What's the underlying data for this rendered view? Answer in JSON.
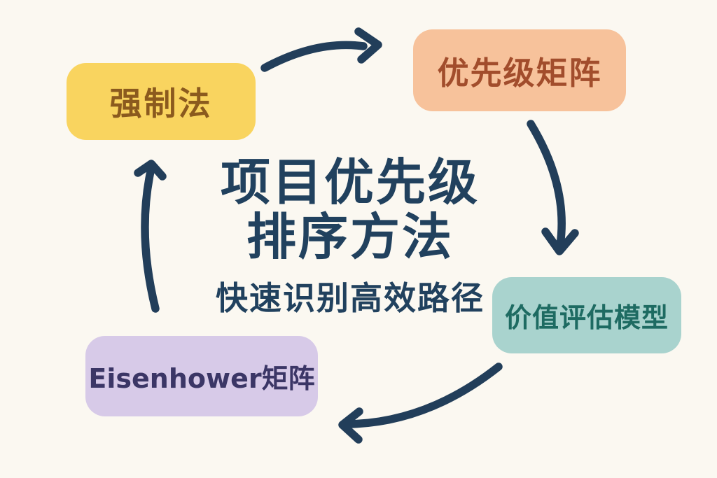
{
  "diagram": {
    "center": {
      "title_line1": "项目优先级",
      "title_line2": "排序方法",
      "subtitle": "快速识别高效路径"
    },
    "nodes": [
      {
        "id": "forced-ranking",
        "label": "强制法",
        "bg": "#F9D45F",
        "text_color": "#8B5A1E",
        "position": "top-left"
      },
      {
        "id": "priority-matrix",
        "label": "优先级矩阵",
        "bg": "#F7C29B",
        "text_color": "#A24D2C",
        "position": "top-right"
      },
      {
        "id": "value-model",
        "label": "价值评估模型",
        "bg": "#A9D3CE",
        "text_color": "#1E6B62",
        "position": "bottom-right"
      },
      {
        "id": "eisenhower-matrix",
        "label": "Eisenhower矩阵",
        "bg": "#D7CAE8",
        "text_color": "#3B3666",
        "position": "bottom-left"
      }
    ],
    "arrows": [
      {
        "from": "forced-ranking",
        "to": "priority-matrix",
        "direction": "clockwise"
      },
      {
        "from": "priority-matrix",
        "to": "value-model",
        "direction": "clockwise"
      },
      {
        "from": "value-model",
        "to": "eisenhower-matrix",
        "direction": "clockwise"
      },
      {
        "from": "eisenhower-matrix",
        "to": "forced-ranking",
        "direction": "clockwise"
      }
    ],
    "colors": {
      "background": "#FBF8F1",
      "title_text": "#21415E",
      "arrow": "#223E5A"
    }
  }
}
